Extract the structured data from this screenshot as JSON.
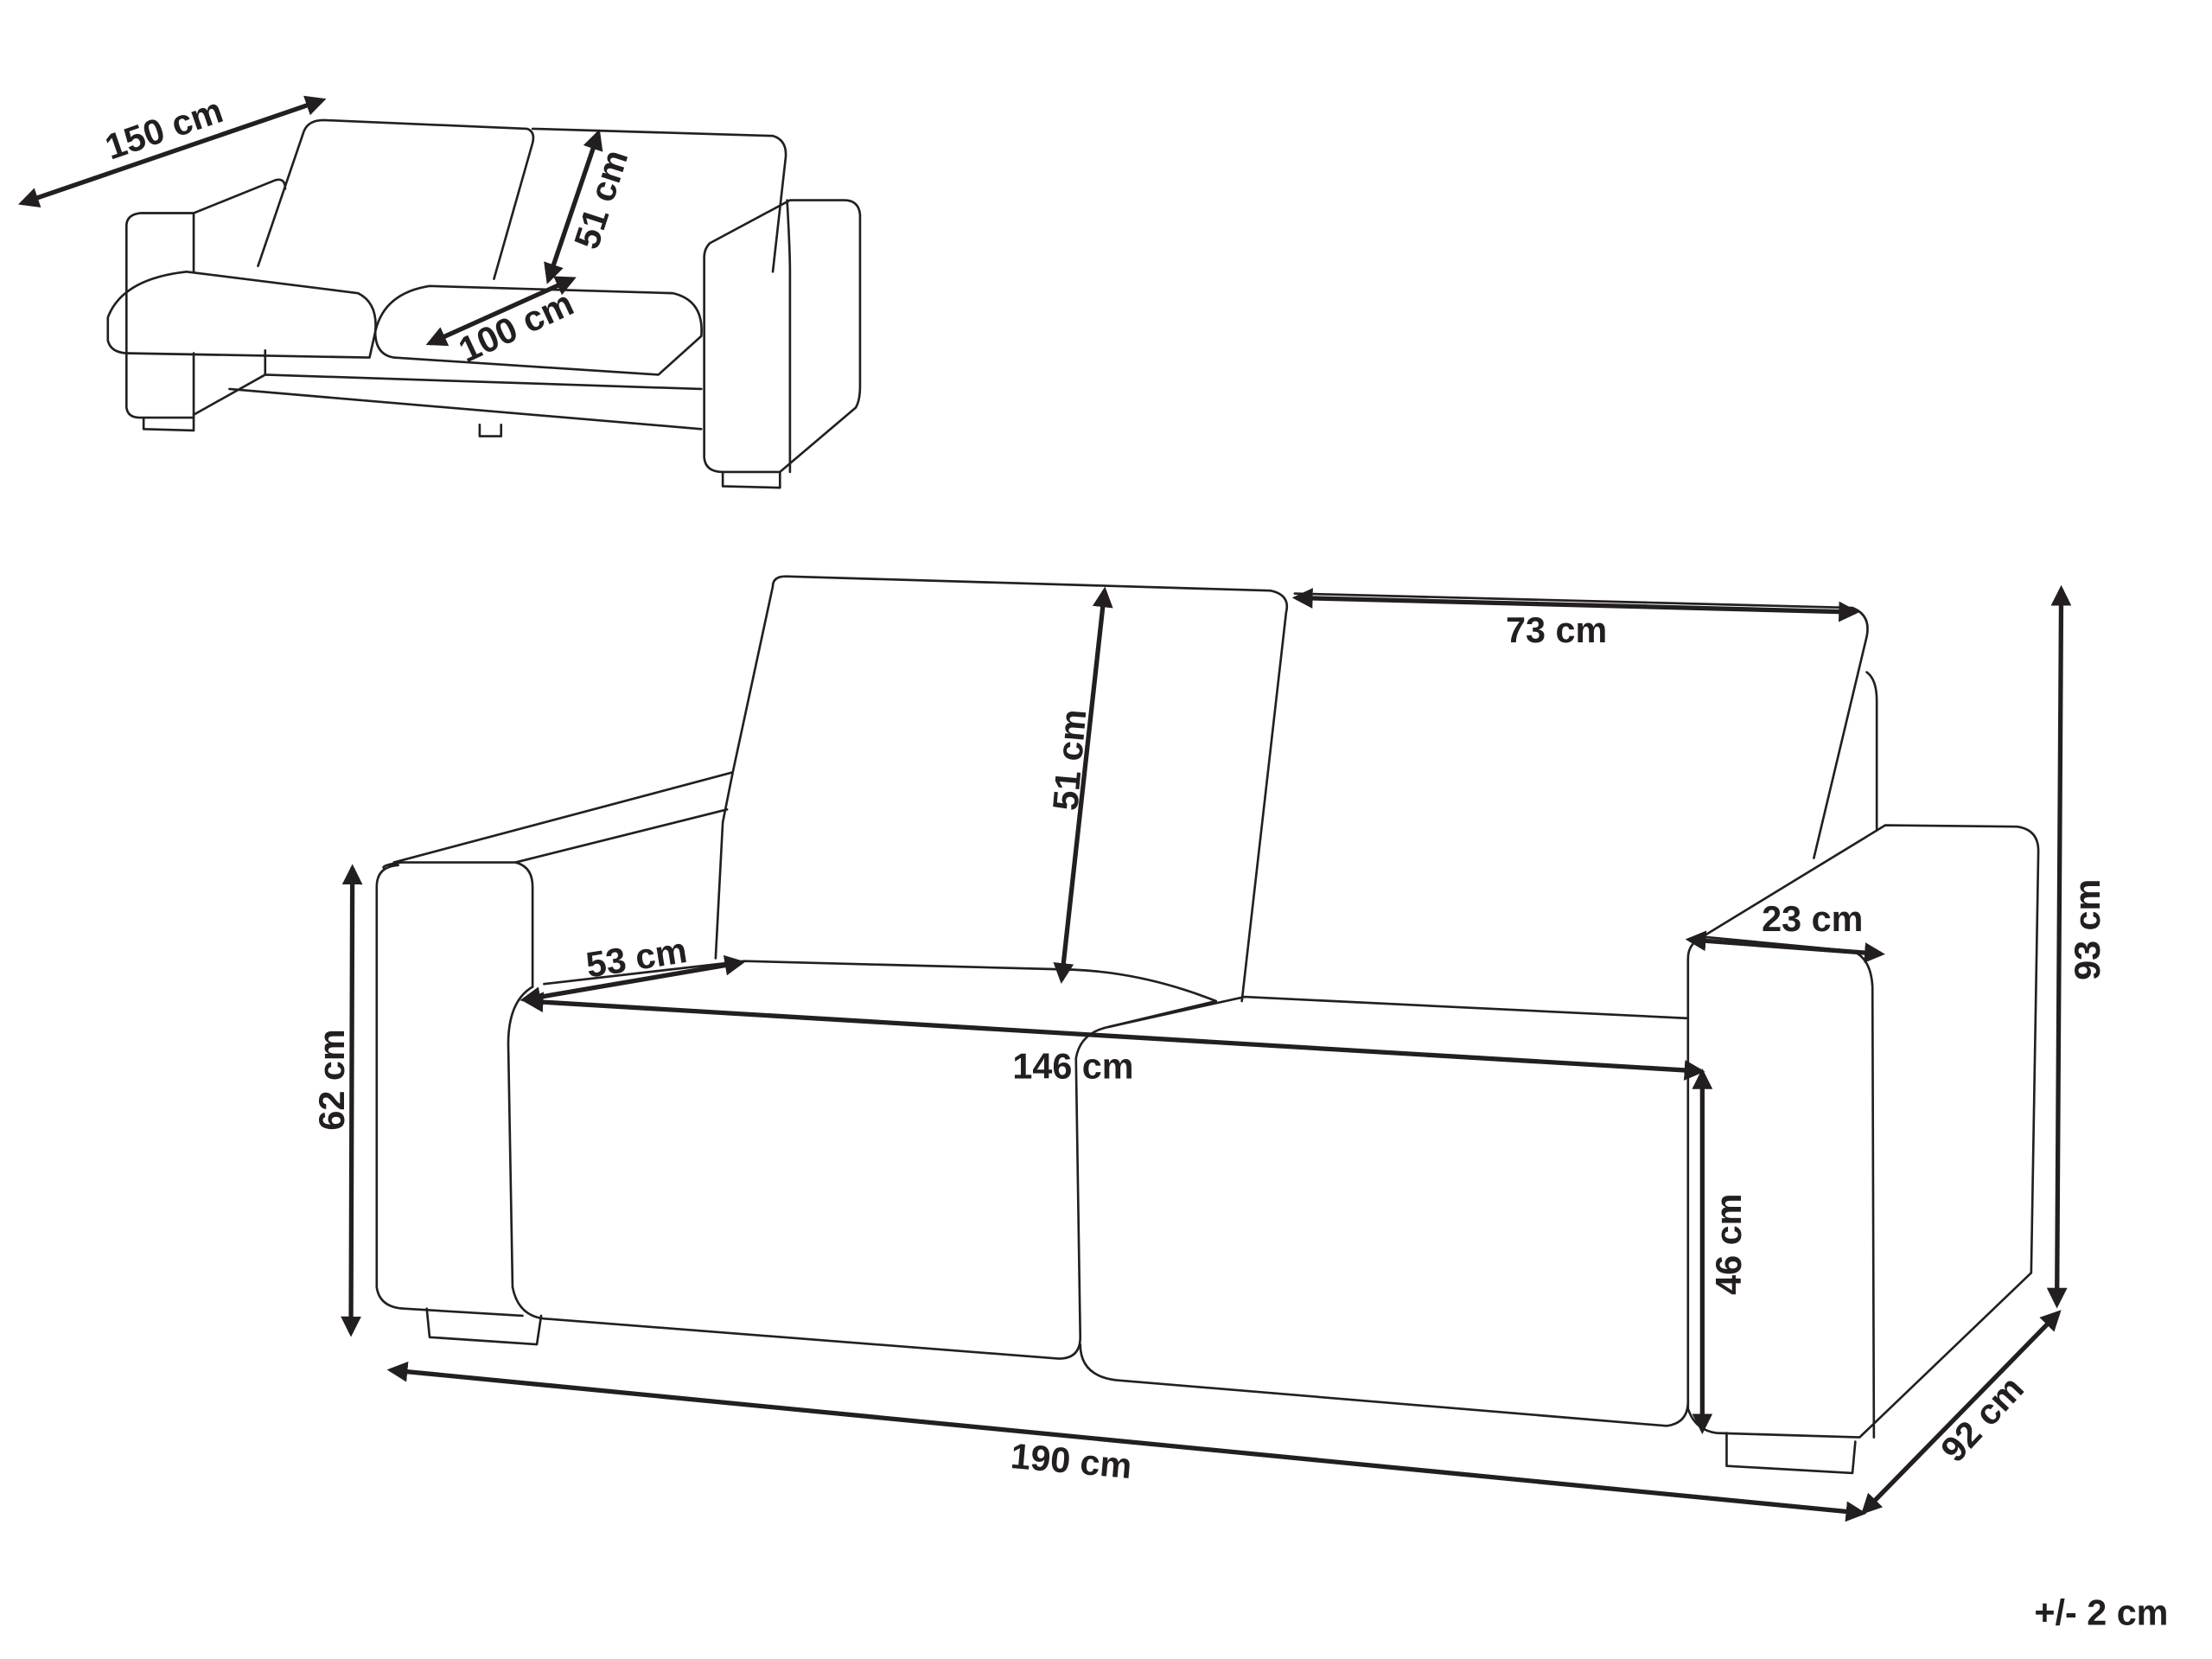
{
  "line_color": "#231f20",
  "small_view": {
    "width_label": "150 cm",
    "backrest_label": "51 cm",
    "seat_depth_label": "100 cm"
  },
  "main_view": {
    "cushion_width_label": "73 cm",
    "backrest_height_label": "51 cm",
    "seat_depth_label": "53 cm",
    "arm_width_label": "23 cm",
    "total_height_label": "93 cm",
    "arm_height_label": "62 cm",
    "seat_width_label": "146 cm",
    "seat_height_label": "46 cm",
    "total_width_label": "190 cm",
    "total_depth_label": "92 cm"
  },
  "tolerance_label": "+/- 2 cm"
}
